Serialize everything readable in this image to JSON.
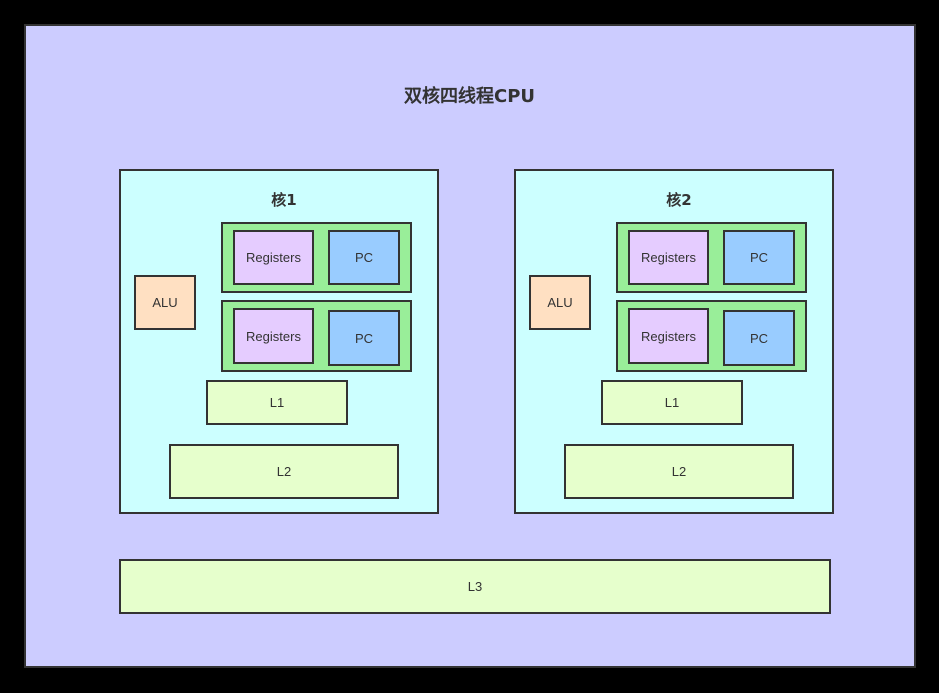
{
  "title": "双核四线程CPU",
  "cores": [
    {
      "label": "核1",
      "alu": "ALU",
      "threads": [
        {
          "registers": "Registers",
          "pc": "PC"
        },
        {
          "registers": "Registers",
          "pc": "PC"
        }
      ],
      "l1": "L1",
      "l2": "L2"
    },
    {
      "label": "核2",
      "alu": "ALU",
      "threads": [
        {
          "registers": "Registers",
          "pc": "PC"
        },
        {
          "registers": "Registers",
          "pc": "PC"
        }
      ],
      "l1": "L1",
      "l2": "L2"
    }
  ],
  "l3": "L3",
  "colors": {
    "background": "#000000",
    "cpu": "#ccccff",
    "core": "#ccffff",
    "thread": "#99ee99",
    "registers": "#e5ccff",
    "pc": "#99ccff",
    "alu": "#ffe0c2",
    "cache": "#e6ffcc",
    "border": "#333333"
  }
}
